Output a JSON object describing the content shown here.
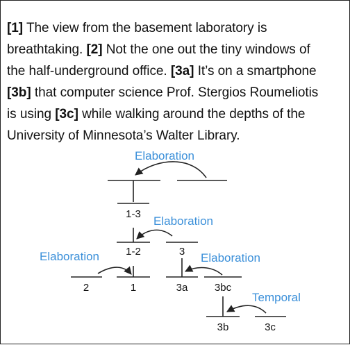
{
  "passage": {
    "lines": [
      [
        {
          "t": "[1]",
          "b": true
        },
        {
          "t": " The view from the basement laboratory is"
        }
      ],
      [
        {
          "t": "breathtaking. "
        },
        {
          "t": "[2]",
          "b": true
        },
        {
          "t": " Not the one out the tiny windows of"
        }
      ],
      [
        {
          "t": "the half-underground office. "
        },
        {
          "t": "[3a]",
          "b": true
        },
        {
          "t": " It’s on a smartphone"
        }
      ],
      [
        {
          "t": "[3b]",
          "b": true
        },
        {
          "t": " that computer science Prof. Stergios Roumeliotis"
        }
      ],
      [
        {
          "t": "is using "
        },
        {
          "t": "[3c]",
          "b": true
        },
        {
          "t": " while walking around the depths of the"
        }
      ],
      [
        {
          "t": "University of Minnesota’s Walter Library."
        }
      ]
    ]
  },
  "tree": {
    "relations": {
      "top": "Elaboration",
      "n13": "Elaboration",
      "n12": "Elaboration",
      "n3": "Elaboration",
      "n3bc": "Temporal"
    },
    "nodes": {
      "n13": "1-3",
      "n12": "1-2",
      "n3": "3",
      "n2": "2",
      "n1": "1",
      "n3a": "3a",
      "n3bc": "3bc",
      "n3b": "3b",
      "n3c": "3c"
    }
  },
  "colors": {
    "text": "#111111",
    "relation": "#3a8fd9",
    "lines": "#222222",
    "frame": "#222222"
  }
}
